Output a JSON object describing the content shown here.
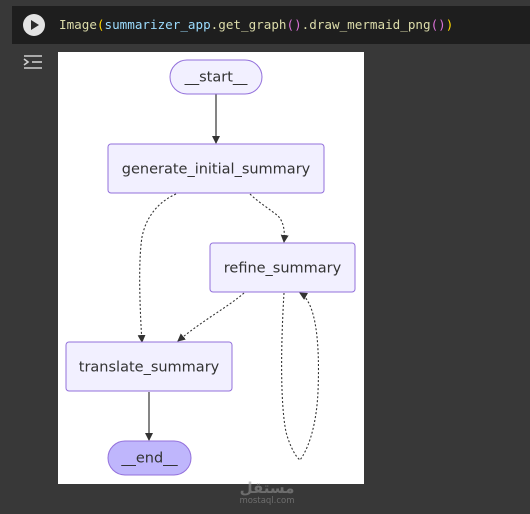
{
  "code_cell": {
    "run_button_icon": "play-icon",
    "code": {
      "fn": "Image",
      "arg": "summarizer_app",
      "chain_1": ".get_graph",
      "chain_2": ".draw_mermaid_png"
    }
  },
  "output": {
    "toggle_icon": "output-collapse-icon",
    "graph": {
      "nodes": {
        "start": "__start__",
        "generate": "generate_initial_summary",
        "refine": "refine_summary",
        "translate": "translate_summary",
        "end": "__end__"
      },
      "edges": [
        {
          "from": "__start__",
          "to": "generate_initial_summary",
          "style": "solid"
        },
        {
          "from": "generate_initial_summary",
          "to": "refine_summary",
          "style": "dashed"
        },
        {
          "from": "generate_initial_summary",
          "to": "translate_summary",
          "style": "dashed"
        },
        {
          "from": "refine_summary",
          "to": "translate_summary",
          "style": "dashed"
        },
        {
          "from": "refine_summary",
          "to": "refine_summary",
          "style": "dashed"
        },
        {
          "from": "translate_summary",
          "to": "__end__",
          "style": "solid"
        }
      ],
      "colors": {
        "node_fill": "#f2f0ff",
        "node_stroke": "#9370db",
        "terminal_fill": "#bfb6fc",
        "edge": "#333333"
      }
    }
  },
  "watermark": {
    "logo": "مستقل",
    "text": "mostaql.com"
  }
}
